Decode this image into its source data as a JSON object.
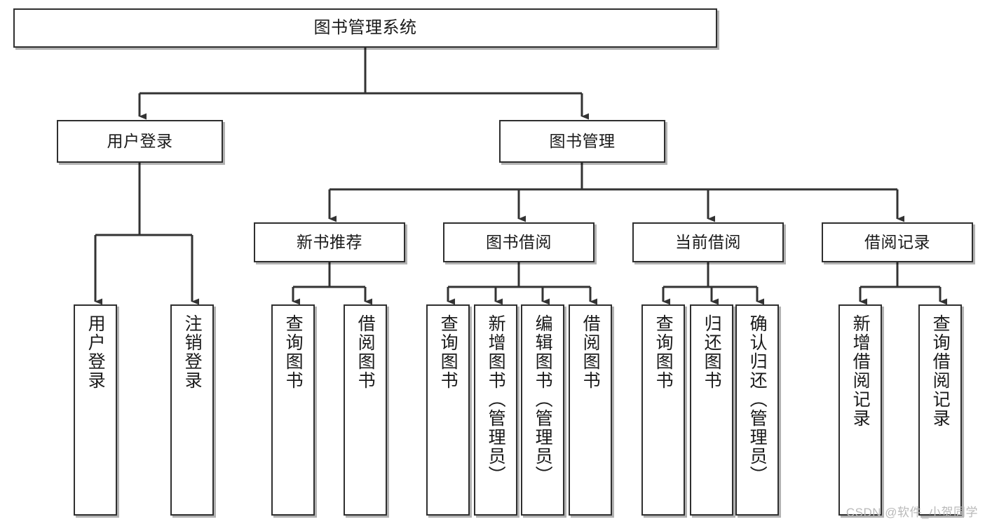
{
  "diagram": {
    "type": "tree-hierarchy",
    "title": "图书管理系统",
    "orientation": "top-down",
    "colors": {
      "box_border": "#2f2f2f",
      "box_fill": "#ffffff",
      "edge": "#333333",
      "text": "#1a1a1a",
      "watermark": "#b9b9b9",
      "background": "#ffffff"
    },
    "root": {
      "id": "root",
      "label": "图书管理系统"
    },
    "level2": [
      {
        "id": "user-login",
        "label": "用户登录"
      },
      {
        "id": "book-management",
        "label": "图书管理"
      }
    ],
    "level3": [
      {
        "id": "new-book-recommend",
        "label": "新书推荐",
        "parent": "book-management"
      },
      {
        "id": "book-borrow",
        "label": "图书借阅",
        "parent": "book-management"
      },
      {
        "id": "current-borrow",
        "label": "当前借阅",
        "parent": "book-management"
      },
      {
        "id": "borrow-record",
        "label": "借阅记录",
        "parent": "book-management"
      }
    ],
    "leaves": {
      "user-login": [
        {
          "id": "leaf-user-login",
          "label": "用户登录"
        },
        {
          "id": "leaf-logout-login",
          "label": "注销登录"
        }
      ],
      "new-book-recommend": [
        {
          "id": "leaf-query-book-1",
          "label": "查询图书"
        },
        {
          "id": "leaf-borrow-book-1",
          "label": "借阅图书"
        }
      ],
      "book-borrow": [
        {
          "id": "leaf-query-book-2",
          "label": "查询图书"
        },
        {
          "id": "leaf-add-book",
          "label": "新增图书（管理员）"
        },
        {
          "id": "leaf-edit-book",
          "label": "编辑图书（管理员）"
        },
        {
          "id": "leaf-borrow-book-2",
          "label": "借阅图书"
        }
      ],
      "current-borrow": [
        {
          "id": "leaf-query-book-3",
          "label": "查询图书"
        },
        {
          "id": "leaf-return-book",
          "label": "归还图书"
        },
        {
          "id": "leaf-confirm-return",
          "label": "确认归还（管理员）"
        }
      ],
      "borrow-record": [
        {
          "id": "leaf-add-record",
          "label": "新增借阅记录"
        },
        {
          "id": "leaf-query-record",
          "label": "查询借阅记录"
        }
      ]
    }
  },
  "watermark": {
    "text": "CSDN @软件_小贺同学"
  }
}
